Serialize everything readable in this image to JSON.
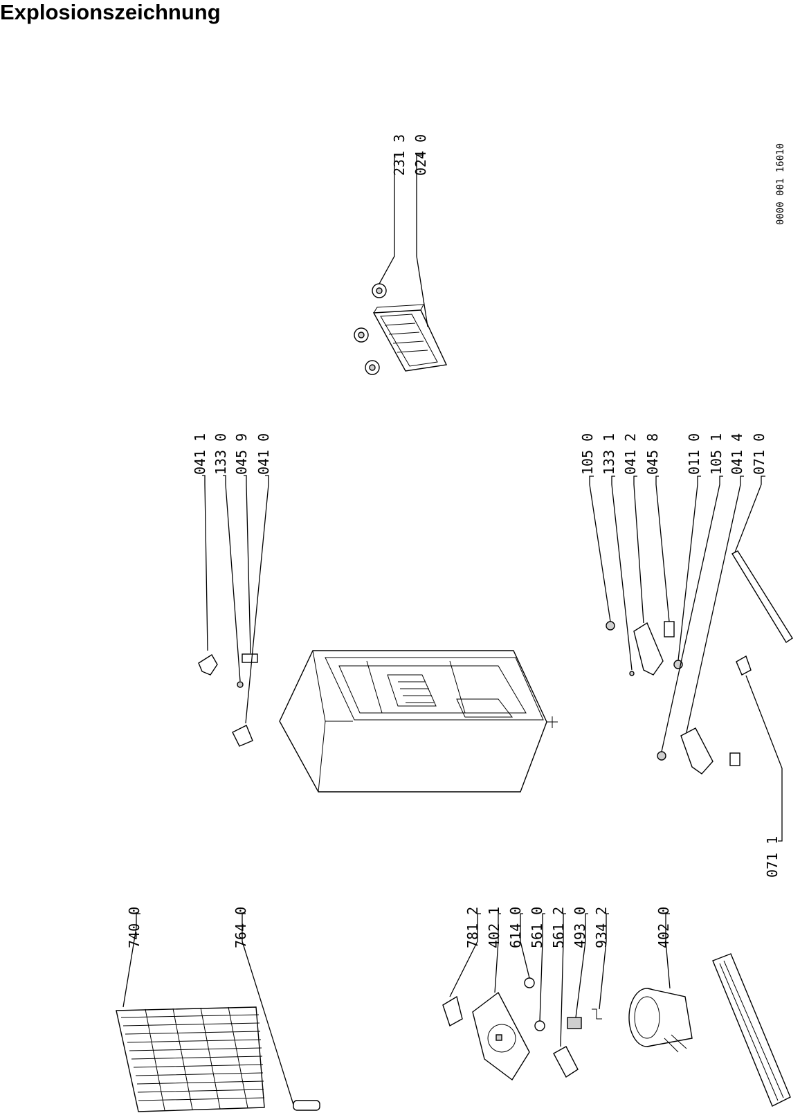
{
  "title": "Explosionszeichnung",
  "drawing_code": "0000 001 16010",
  "colors": {
    "ink": "#000000",
    "paper": "#ffffff"
  },
  "labels": {
    "p740_0": "740 0",
    "p764_0": "764 0",
    "p781_2": "781 2",
    "p402_1": "402 1",
    "p614_0": "614 0",
    "p561_0": "561 0",
    "p561_2": "561 2",
    "p493_0": "493 0",
    "p934_2": "934 2",
    "p402_0": "402 0",
    "p071_1": "071 1",
    "p041_1": "041 1",
    "p133_0": "133 0",
    "p045_9": "045 9",
    "p041_0": "041 0",
    "p105_0": "105 0",
    "p133_1": "133 1",
    "p041_2": "041 2",
    "p045_8": "045 8",
    "p011_0": "011 0",
    "p105_1": "105 1",
    "p041_4": "041 4",
    "p071_0": "071 0",
    "p231_3": "231 3",
    "p024_0": "024 0"
  }
}
